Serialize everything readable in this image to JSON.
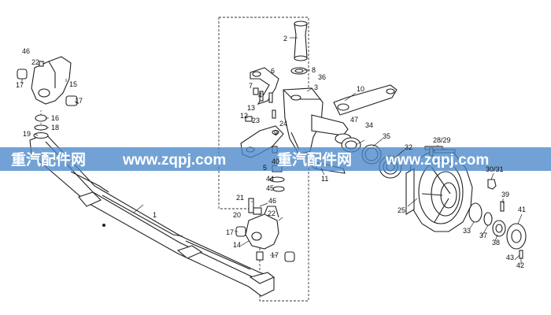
{
  "diagram": {
    "callouts": [
      "1",
      "2",
      "3",
      "4",
      "5",
      "6",
      "7",
      "8",
      "9",
      "10",
      "11",
      "12",
      "13",
      "14",
      "15",
      "16",
      "17",
      "17",
      "17",
      "17",
      "18",
      "19",
      "20",
      "21",
      "22",
      "22",
      "23",
      "24",
      "25",
      "28/29",
      "30/31",
      "32",
      "33",
      "34",
      "35",
      "36",
      "37",
      "38",
      "39",
      "40",
      "41",
      "42",
      "43",
      "44",
      "45",
      "46",
      "46",
      "47"
    ]
  },
  "watermarks": [
    {
      "cjk": "重汽配件网",
      "url": "www.zqpj.com"
    },
    {
      "cjk": "重汽配件网",
      "url": "www.zqpj.com"
    }
  ],
  "colors": {
    "line": "#222222",
    "watermark_band": "#4a88c9",
    "watermark_text": "#ffffff"
  }
}
